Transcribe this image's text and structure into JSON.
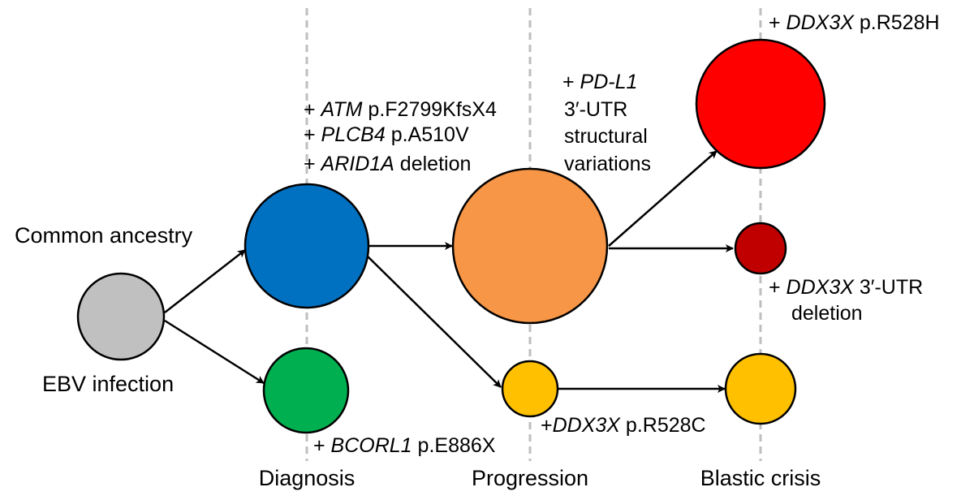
{
  "stages": {
    "diagnosis": "Diagnosis",
    "progression": "Progression",
    "blastic_crisis": "Blastic crisis"
  },
  "labels": {
    "common_ancestry": "Common ancestry",
    "ebv_infection": "EBV infection"
  },
  "annotations": {
    "diagnosis_events": [
      {
        "prefix": "+ ",
        "gene": "ATM",
        "rest": " p.F2799KfsX4"
      },
      {
        "prefix": "+ ",
        "gene": "PLCB4",
        "rest": " p.A510V"
      },
      {
        "prefix": "+ ",
        "gene": "ARID1A",
        "rest": " deletion"
      }
    ],
    "bcorl1": {
      "prefix": "+ ",
      "gene": "BCORL1",
      "rest": " p.E886X"
    },
    "pdl1": {
      "prefix": "+ ",
      "gene": "PD-L1",
      "line2": "3′-UTR",
      "line3": "structural",
      "line4": "variations"
    },
    "ddx3x_r528h": {
      "prefix": "+ ",
      "gene": "DDX3X",
      "rest": " p.R528H"
    },
    "ddx3x_utr": {
      "prefix": "+ ",
      "gene": "DDX3X",
      "rest": " 3′-UTR",
      "line2": "deletion"
    },
    "ddx3x_r528c": {
      "prefix": "+",
      "gene": "DDX3X",
      "rest": " p.R528C"
    }
  },
  "colors": {
    "ancestor": "#c0c0c0",
    "diagnosis_main": "#0070c0",
    "diagnosis_minor": "#00b050",
    "progression_main": "#f79646",
    "yellow_clone": "#ffc000",
    "blastic_red": "#ff0000",
    "blastic_darkred": "#c00000",
    "stage_line": "#bfbfbf"
  }
}
